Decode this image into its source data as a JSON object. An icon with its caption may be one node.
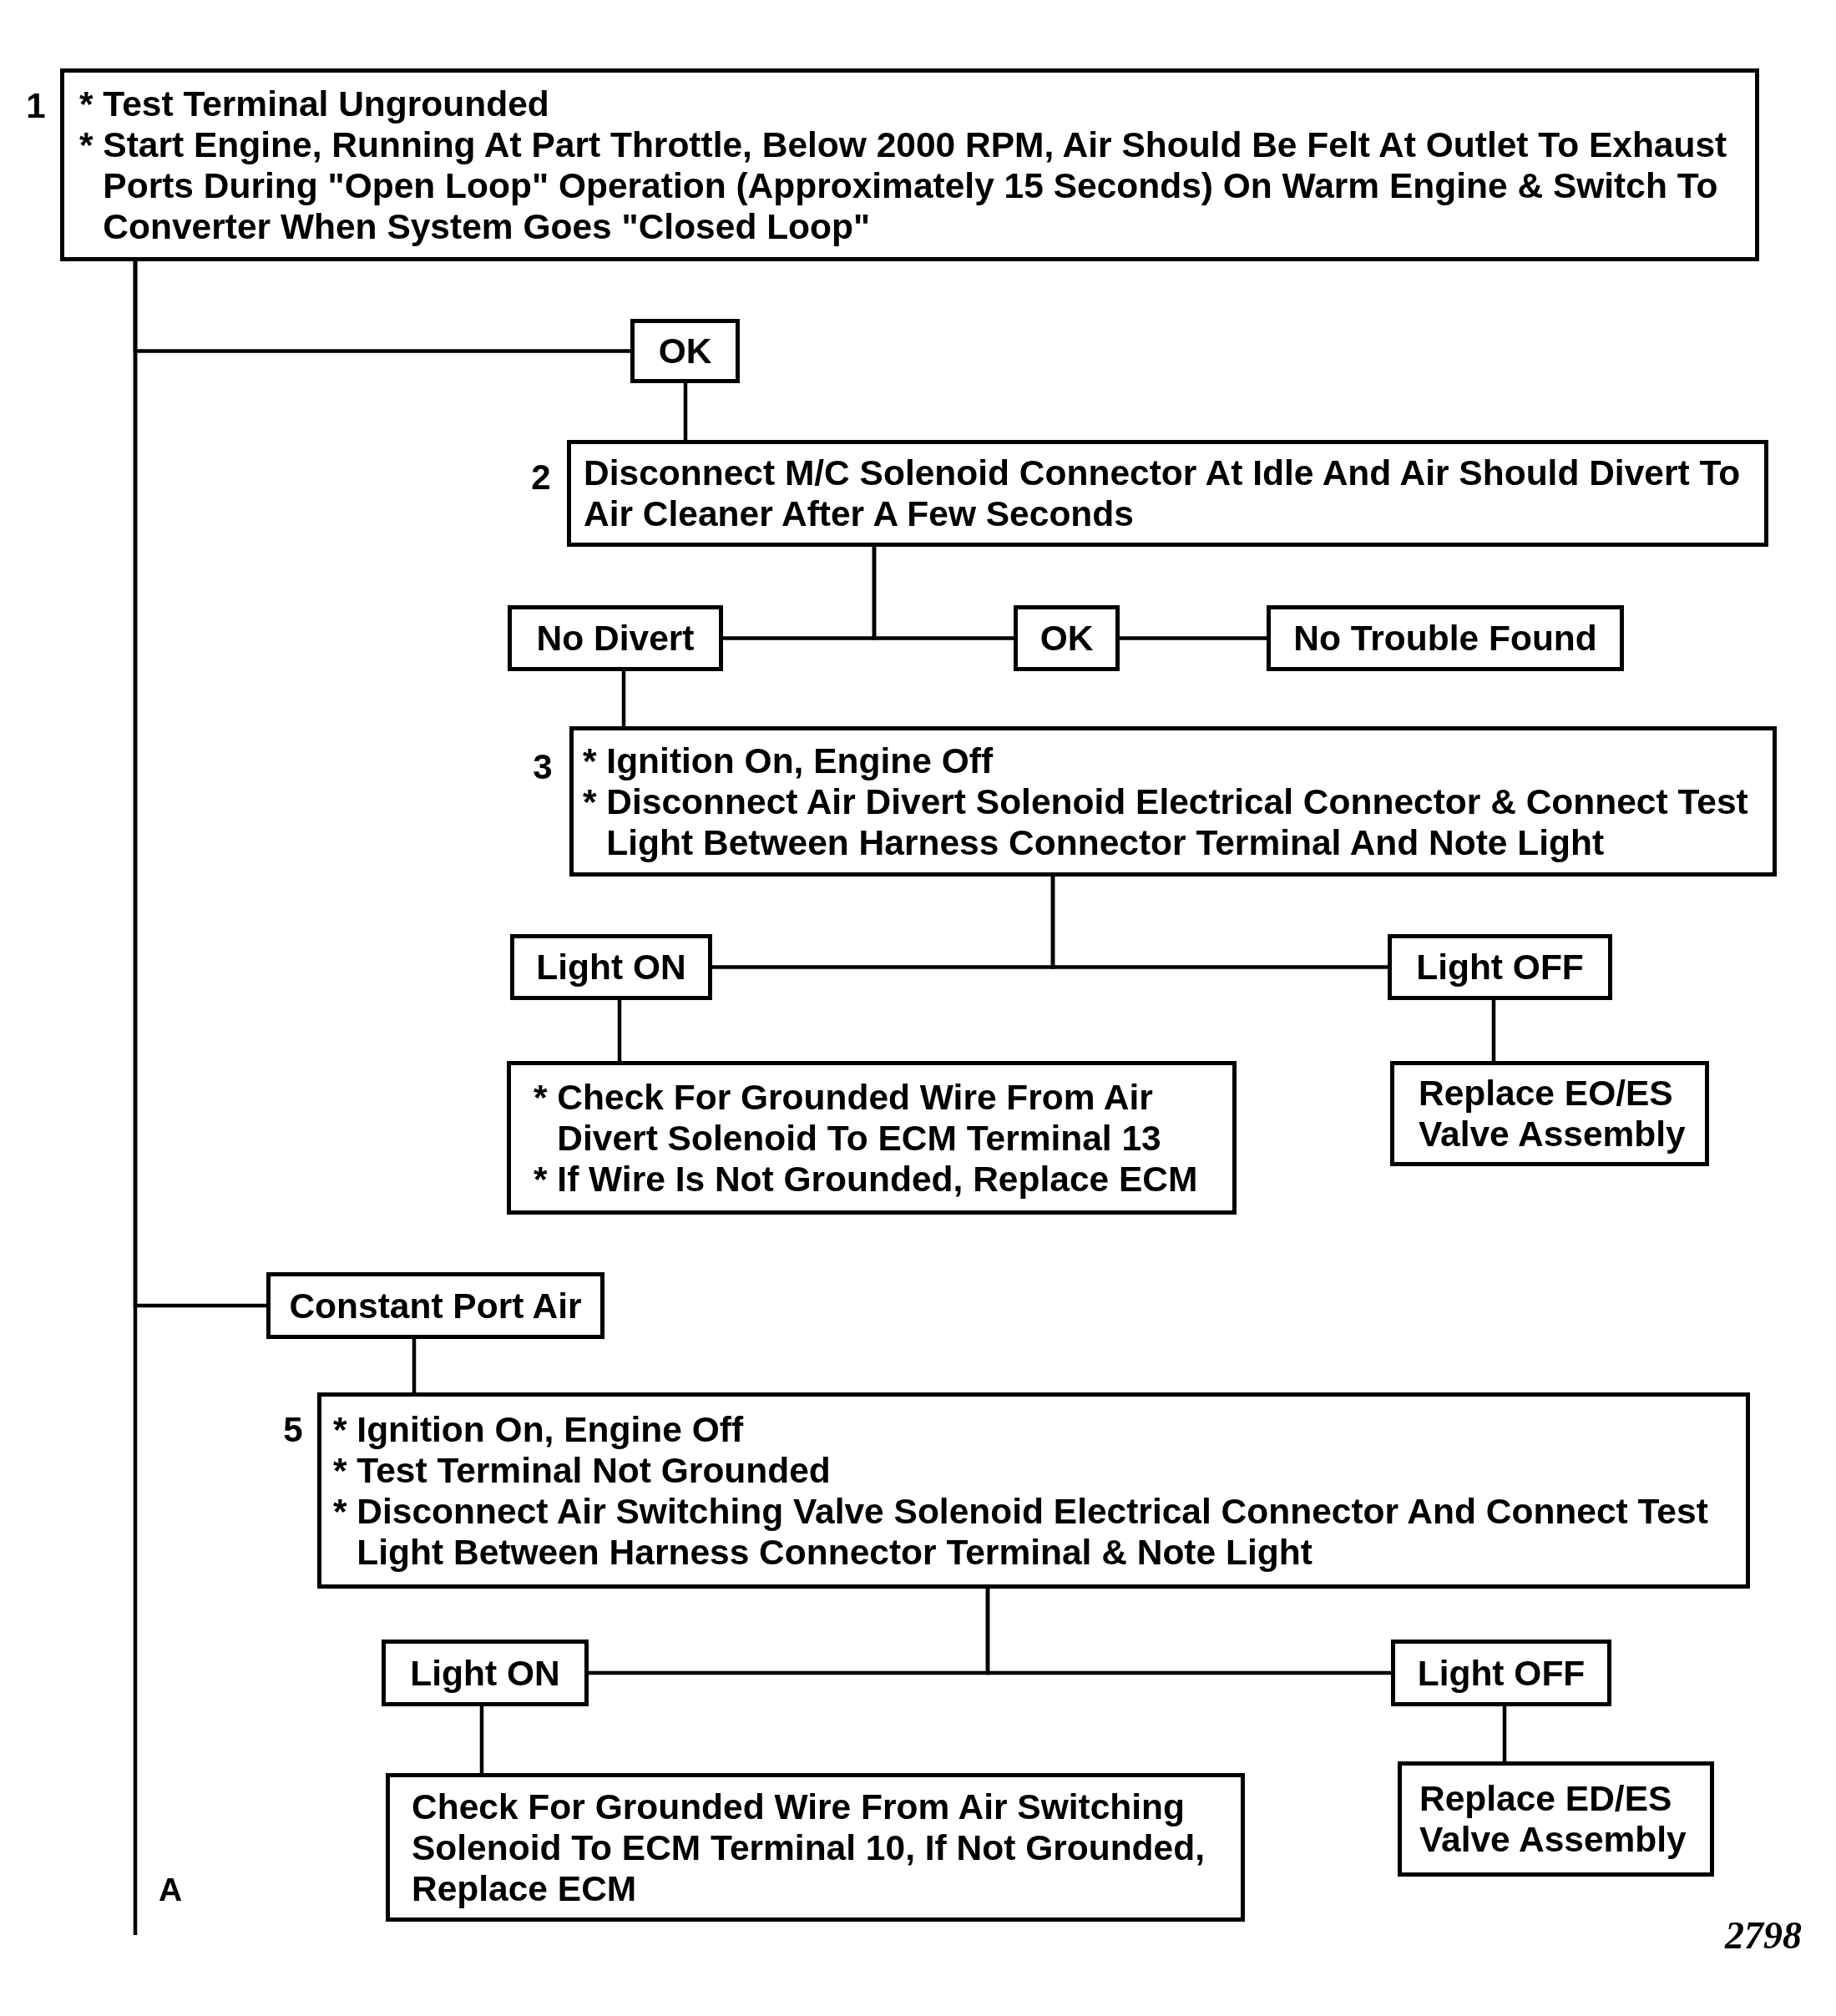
{
  "diagram": {
    "nodes": [
      {
        "text": [
          "* Test Terminal Ungrounded",
          "* Start Engine, Running At Part Throttle, Below 2000 RPM, Air Should Be Felt At Outlet To Exhaust Ports During \"Open Loop\" Operation (Approximately 15 Seconds) On Warm Engine & Switch To Converter When System Goes \"Closed Loop\""
        ],
        "beside": [
          "1"
        ]
      },
      {
        "text": [
          "OK"
        ]
      },
      {
        "text": [
          "Disconnect M/C Solenoid Connector At Idle And Air Should Divert To Air Cleaner After A Few Seconds"
        ],
        "beside": [
          "2"
        ]
      },
      {
        "text": [
          "No Divert"
        ]
      },
      {
        "text": [
          "OK"
        ]
      },
      {
        "text": [
          "No Trouble Found"
        ]
      },
      {
        "text": [
          "* Ignition On, Engine Off",
          "* Disconnect Air Divert Solenoid Electrical Connector & Connect Test Light Between Harness Connector Terminal And Note Light"
        ],
        "beside": [
          "3"
        ]
      },
      {
        "text": [
          "Light ON"
        ]
      },
      {
        "text": [
          "Light OFF"
        ]
      },
      {
        "text": [
          "* Check For Grounded Wire From Air Divert Solenoid To ECM Terminal 13",
          "* If Wire Is Not Grounded, Replace ECM"
        ]
      },
      {
        "text": [
          "Replace EO/ES Valve Assembly"
        ]
      },
      {
        "text": [
          "Constant Port Air"
        ]
      },
      {
        "text": [
          "* Ignition On, Engine Off",
          "* Test Terminal Not Grounded",
          "* Disconnect Air Switching Valve Solenoid Electrical Connector And Connect Test Light Between Harness Connector Terminal & Note Light"
        ],
        "beside": [
          "5"
        ]
      },
      {
        "text": [
          "Light ON"
        ]
      },
      {
        "text": [
          "Light OFF"
        ]
      },
      {
        "text": [
          "Check For Grounded Wire From Air Switching Solenoid To ECM Terminal 10, If Not Grounded, Replace ECM"
        ]
      },
      {
        "text": [
          "Replace ED/ES Valve Assembly"
        ]
      }
    ],
    "edges": [
      {
        "from": 0,
        "to": 1,
        "arrow": "none"
      },
      {
        "from": 0,
        "to": 11,
        "arrow": "none"
      },
      {
        "from": 0,
        "to": null,
        "arrow": "none"
      },
      {
        "from": 1,
        "to": 2,
        "arrow": "none"
      },
      {
        "from": 2,
        "to": 3,
        "arrow": "none"
      },
      {
        "from": 2,
        "to": 4,
        "arrow": "none"
      },
      {
        "from": 4,
        "to": 5,
        "arrow": "none"
      },
      {
        "from": 3,
        "to": 6,
        "arrow": "none"
      },
      {
        "from": 6,
        "to": 7,
        "arrow": "none"
      },
      {
        "from": 6,
        "to": 8,
        "arrow": "none"
      },
      {
        "from": 7,
        "to": 9,
        "arrow": "none"
      },
      {
        "from": 8,
        "to": 10,
        "arrow": "none"
      },
      {
        "from": 11,
        "to": 12,
        "arrow": "none"
      },
      {
        "from": 12,
        "to": 13,
        "arrow": "none"
      },
      {
        "from": 12,
        "to": 14,
        "arrow": "none"
      },
      {
        "from": 13,
        "to": 15,
        "arrow": "none"
      },
      {
        "from": 14,
        "to": 16,
        "arrow": "none"
      }
    ],
    "labels": [
      "A",
      "2798"
    ]
  }
}
